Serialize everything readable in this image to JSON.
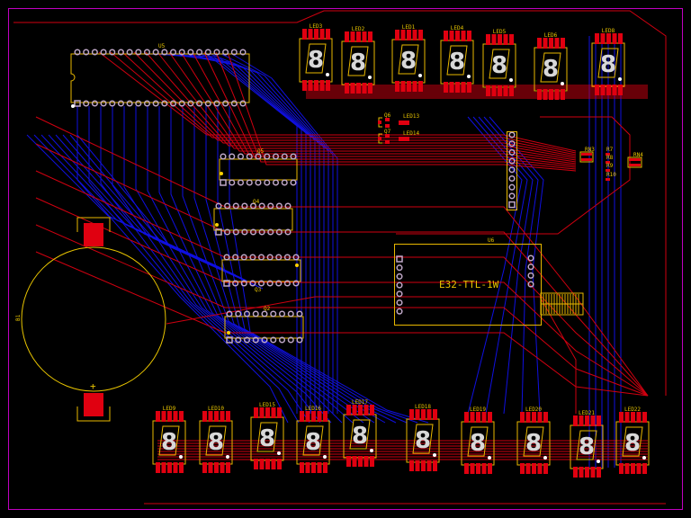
{
  "board": {
    "outline_color": "#c000c0",
    "top_copper_color": "#d00010",
    "bottom_copper_color": "#1010e0",
    "silkscreen_color": "#e8c400",
    "background": "#000000"
  },
  "components": {
    "u5": "U5",
    "u6": "U6",
    "u6_value": "E32-TTL-1W",
    "q2": "Q2",
    "q3": "Q3",
    "q4": "Q4",
    "q5": "Q5",
    "q6": "Q6",
    "q7": "Q7",
    "b1": "B1",
    "b1_plus": "+",
    "led13": "LED13",
    "led14": "LED14",
    "rn3": "RN3",
    "rn4": "RN4",
    "r7": "R7",
    "r8": "R8",
    "r9": "R9",
    "r10": "R10"
  },
  "top_displays": [
    "LED3",
    "LED2",
    "LED1",
    "LED4",
    "LED5",
    "LED6",
    "LED8"
  ],
  "bottom_displays": [
    "LED9",
    "LED10",
    "LED15",
    "LED16",
    "LED17",
    "LED18",
    "LED19",
    "LED20",
    "LED21",
    "LED22"
  ]
}
